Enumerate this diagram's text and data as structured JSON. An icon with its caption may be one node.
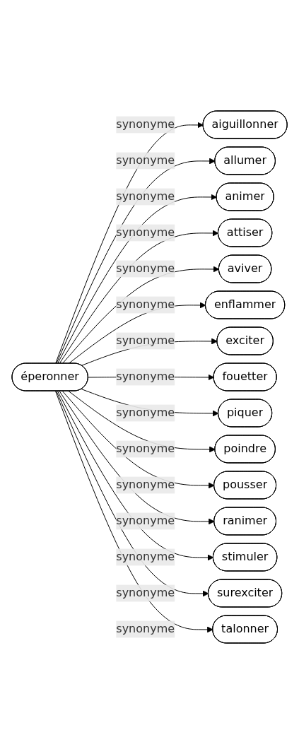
{
  "diagram": {
    "nodes": [
      {
        "text": [
          "éperonner"
        ]
      },
      {
        "text": [
          "aiguillonner"
        ]
      },
      {
        "text": [
          "allumer"
        ]
      },
      {
        "text": [
          "animer"
        ]
      },
      {
        "text": [
          "attiser"
        ]
      },
      {
        "text": [
          "aviver"
        ]
      },
      {
        "text": [
          "enflammer"
        ]
      },
      {
        "text": [
          "exciter"
        ]
      },
      {
        "text": [
          "fouetter"
        ]
      },
      {
        "text": [
          "piquer"
        ]
      },
      {
        "text": [
          "poindre"
        ]
      },
      {
        "text": [
          "pousser"
        ]
      },
      {
        "text": [
          "ranimer"
        ]
      },
      {
        "text": [
          "stimuler"
        ]
      },
      {
        "text": [
          "surexciter"
        ]
      },
      {
        "text": [
          "talonner"
        ]
      }
    ],
    "edges": [
      {
        "from": 0,
        "to": 1,
        "arrow": "to",
        "label": "synonyme"
      },
      {
        "from": 0,
        "to": 2,
        "arrow": "to",
        "label": "synonyme"
      },
      {
        "from": 0,
        "to": 3,
        "arrow": "to",
        "label": "synonyme"
      },
      {
        "from": 0,
        "to": 4,
        "arrow": "to",
        "label": "synonyme"
      },
      {
        "from": 0,
        "to": 5,
        "arrow": "to",
        "label": "synonyme"
      },
      {
        "from": 0,
        "to": 6,
        "arrow": "to",
        "label": "synonyme"
      },
      {
        "from": 0,
        "to": 7,
        "arrow": "to",
        "label": "synonyme"
      },
      {
        "from": 0,
        "to": 8,
        "arrow": "to",
        "label": "synonyme"
      },
      {
        "from": 0,
        "to": 9,
        "arrow": "to",
        "label": "synonyme"
      },
      {
        "from": 0,
        "to": 10,
        "arrow": "to",
        "label": "synonyme"
      },
      {
        "from": 0,
        "to": 11,
        "arrow": "to",
        "label": "synonyme"
      },
      {
        "from": 0,
        "to": 12,
        "arrow": "to",
        "label": "synonyme"
      },
      {
        "from": 0,
        "to": 13,
        "arrow": "to",
        "label": "synonyme"
      },
      {
        "from": 0,
        "to": 14,
        "arrow": "to",
        "label": "synonyme"
      },
      {
        "from": 0,
        "to": 15,
        "arrow": "to",
        "label": "synonyme"
      }
    ]
  }
}
